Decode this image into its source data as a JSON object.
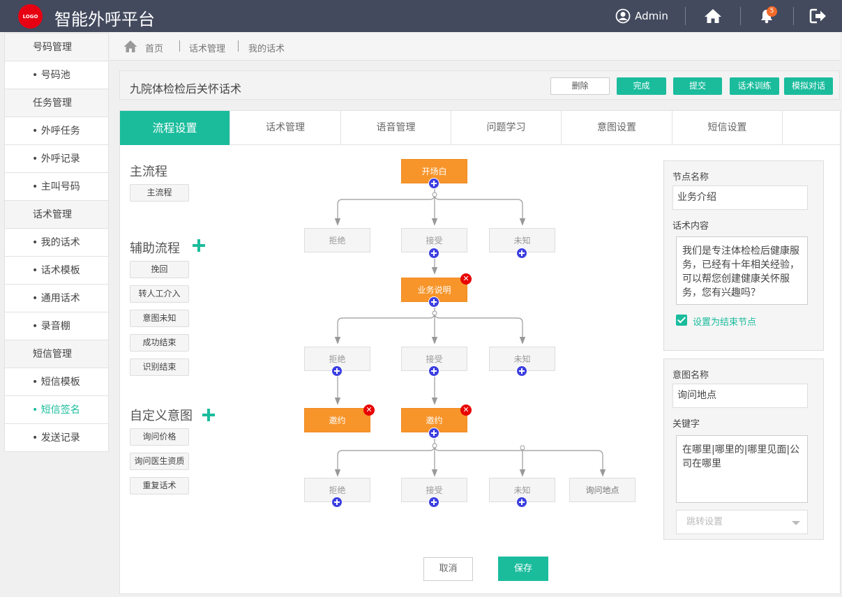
{
  "app": {
    "logo_text": "LOGO",
    "title": "智能外呼平台",
    "user": "Admin",
    "notification_count": "5"
  },
  "sidebar": [
    {
      "label": "号码管理",
      "type": "header"
    },
    {
      "label": "• 号码池",
      "type": "item"
    },
    {
      "label": "任务管理",
      "type": "header"
    },
    {
      "label": "• 外呼任务",
      "type": "item"
    },
    {
      "label": "• 外呼记录",
      "type": "item"
    },
    {
      "label": "• 主叫号码",
      "type": "item"
    },
    {
      "label": "话术管理",
      "type": "header"
    },
    {
      "label": "• 我的话术",
      "type": "item"
    },
    {
      "label": "• 话术模板",
      "type": "item"
    },
    {
      "label": "• 通用话术",
      "type": "item"
    },
    {
      "label": "• 录音棚",
      "type": "item"
    },
    {
      "label": "短信管理",
      "type": "header"
    },
    {
      "label": "• 短信模板",
      "type": "item"
    },
    {
      "label": "• 短信签名",
      "type": "item",
      "active": true
    },
    {
      "label": "• 发送记录",
      "type": "item"
    }
  ],
  "breadcrumb": [
    "首页",
    "话术管理",
    "我的话术"
  ],
  "script": {
    "title": "九院体检检后关怀话术",
    "actions": [
      "删除",
      "完成",
      "提交",
      "话术训练",
      "模拟对话"
    ]
  },
  "tabs": [
    "流程设置",
    "话术管理",
    "语音管理",
    "问题学习",
    "意图设置",
    "短信设置"
  ],
  "left": {
    "main_title": "主流程",
    "main_items": [
      "主流程"
    ],
    "aux_title": "辅助流程",
    "aux_items": [
      "挽回",
      "转人工介入",
      "意图未知",
      "成功结束",
      "识别结束"
    ],
    "custom_title": "自定义意图",
    "custom_items": [
      "询问价格",
      "询问医生资质",
      "重复话术"
    ]
  },
  "flow": {
    "start": "开场白",
    "row1": [
      "拒绝",
      "接受",
      "未知"
    ],
    "business": "业务说明",
    "row2": [
      "拒绝",
      "接受",
      "未知"
    ],
    "invite_left": "邀约",
    "invite_mid": "邀约",
    "row3": [
      "拒绝",
      "接受",
      "未知",
      "询问地点"
    ]
  },
  "node_panel": {
    "name_label": "节点名称",
    "name_value": "业务介绍",
    "content_label": "话术内容",
    "content_value": "我们是专注体检检后健康服务，已经有十年相关经验，可以帮您创建健康关怀服务，您有兴趣吗？",
    "end_node_label": "设置为结束节点"
  },
  "intent_panel": {
    "name_label": "意图名称",
    "name_value": "询问地点",
    "keyword_label": "关键字",
    "keyword_value": "在哪里|哪里的|哪里见面|公司在哪里",
    "jump_placeholder": "跳转设置"
  },
  "footer": {
    "cancel": "取消",
    "save": "保存"
  }
}
